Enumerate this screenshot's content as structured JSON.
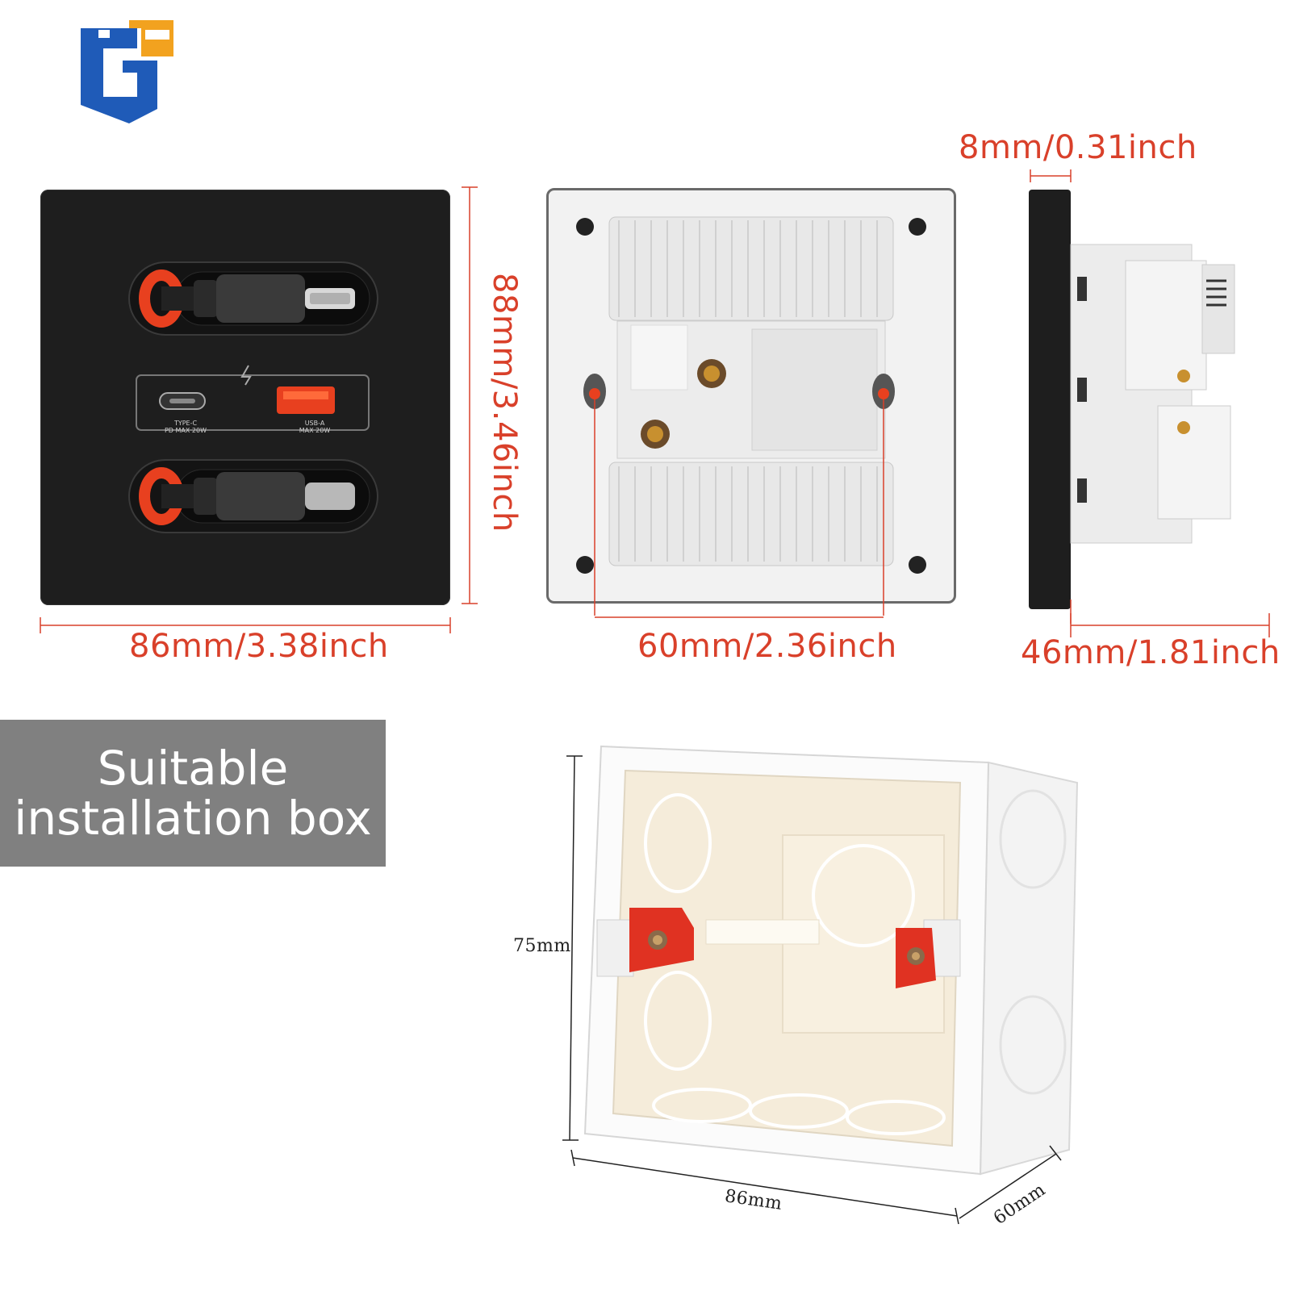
{
  "brand": {
    "logo_letter": "G",
    "colors": {
      "blue": "#1f5bb8",
      "orange": "#f2a21f"
    }
  },
  "dimensions": {
    "front_width": "86mm/3.38inch",
    "front_height": "88mm/3.46inch",
    "back_mount_width": "60mm/2.36inch",
    "side_plate_thickness": "8mm/0.31inch",
    "side_depth": "46mm/1.81inch"
  },
  "front_panel": {
    "ports": [
      {
        "label_line1": "TYPE-C",
        "label_line2": "PD MAX 20W",
        "icon": "usb-c-port-icon"
      },
      {
        "label_line1": "USB-A",
        "label_line2": "MAX 20W",
        "icon": "usb-a-port-icon"
      }
    ],
    "cables": [
      "lightning-cable",
      "usb-c-cable"
    ],
    "colors": {
      "panel": "#1e1e1e",
      "accent": "#e8401f"
    }
  },
  "banner": {
    "line1": "Suitable",
    "line2": "installation box"
  },
  "box_dimensions": {
    "height": "75mm",
    "width": "86mm",
    "depth": "60mm"
  },
  "colors": {
    "dimension_red": "#d9402a",
    "banner_gray": "#808080"
  }
}
